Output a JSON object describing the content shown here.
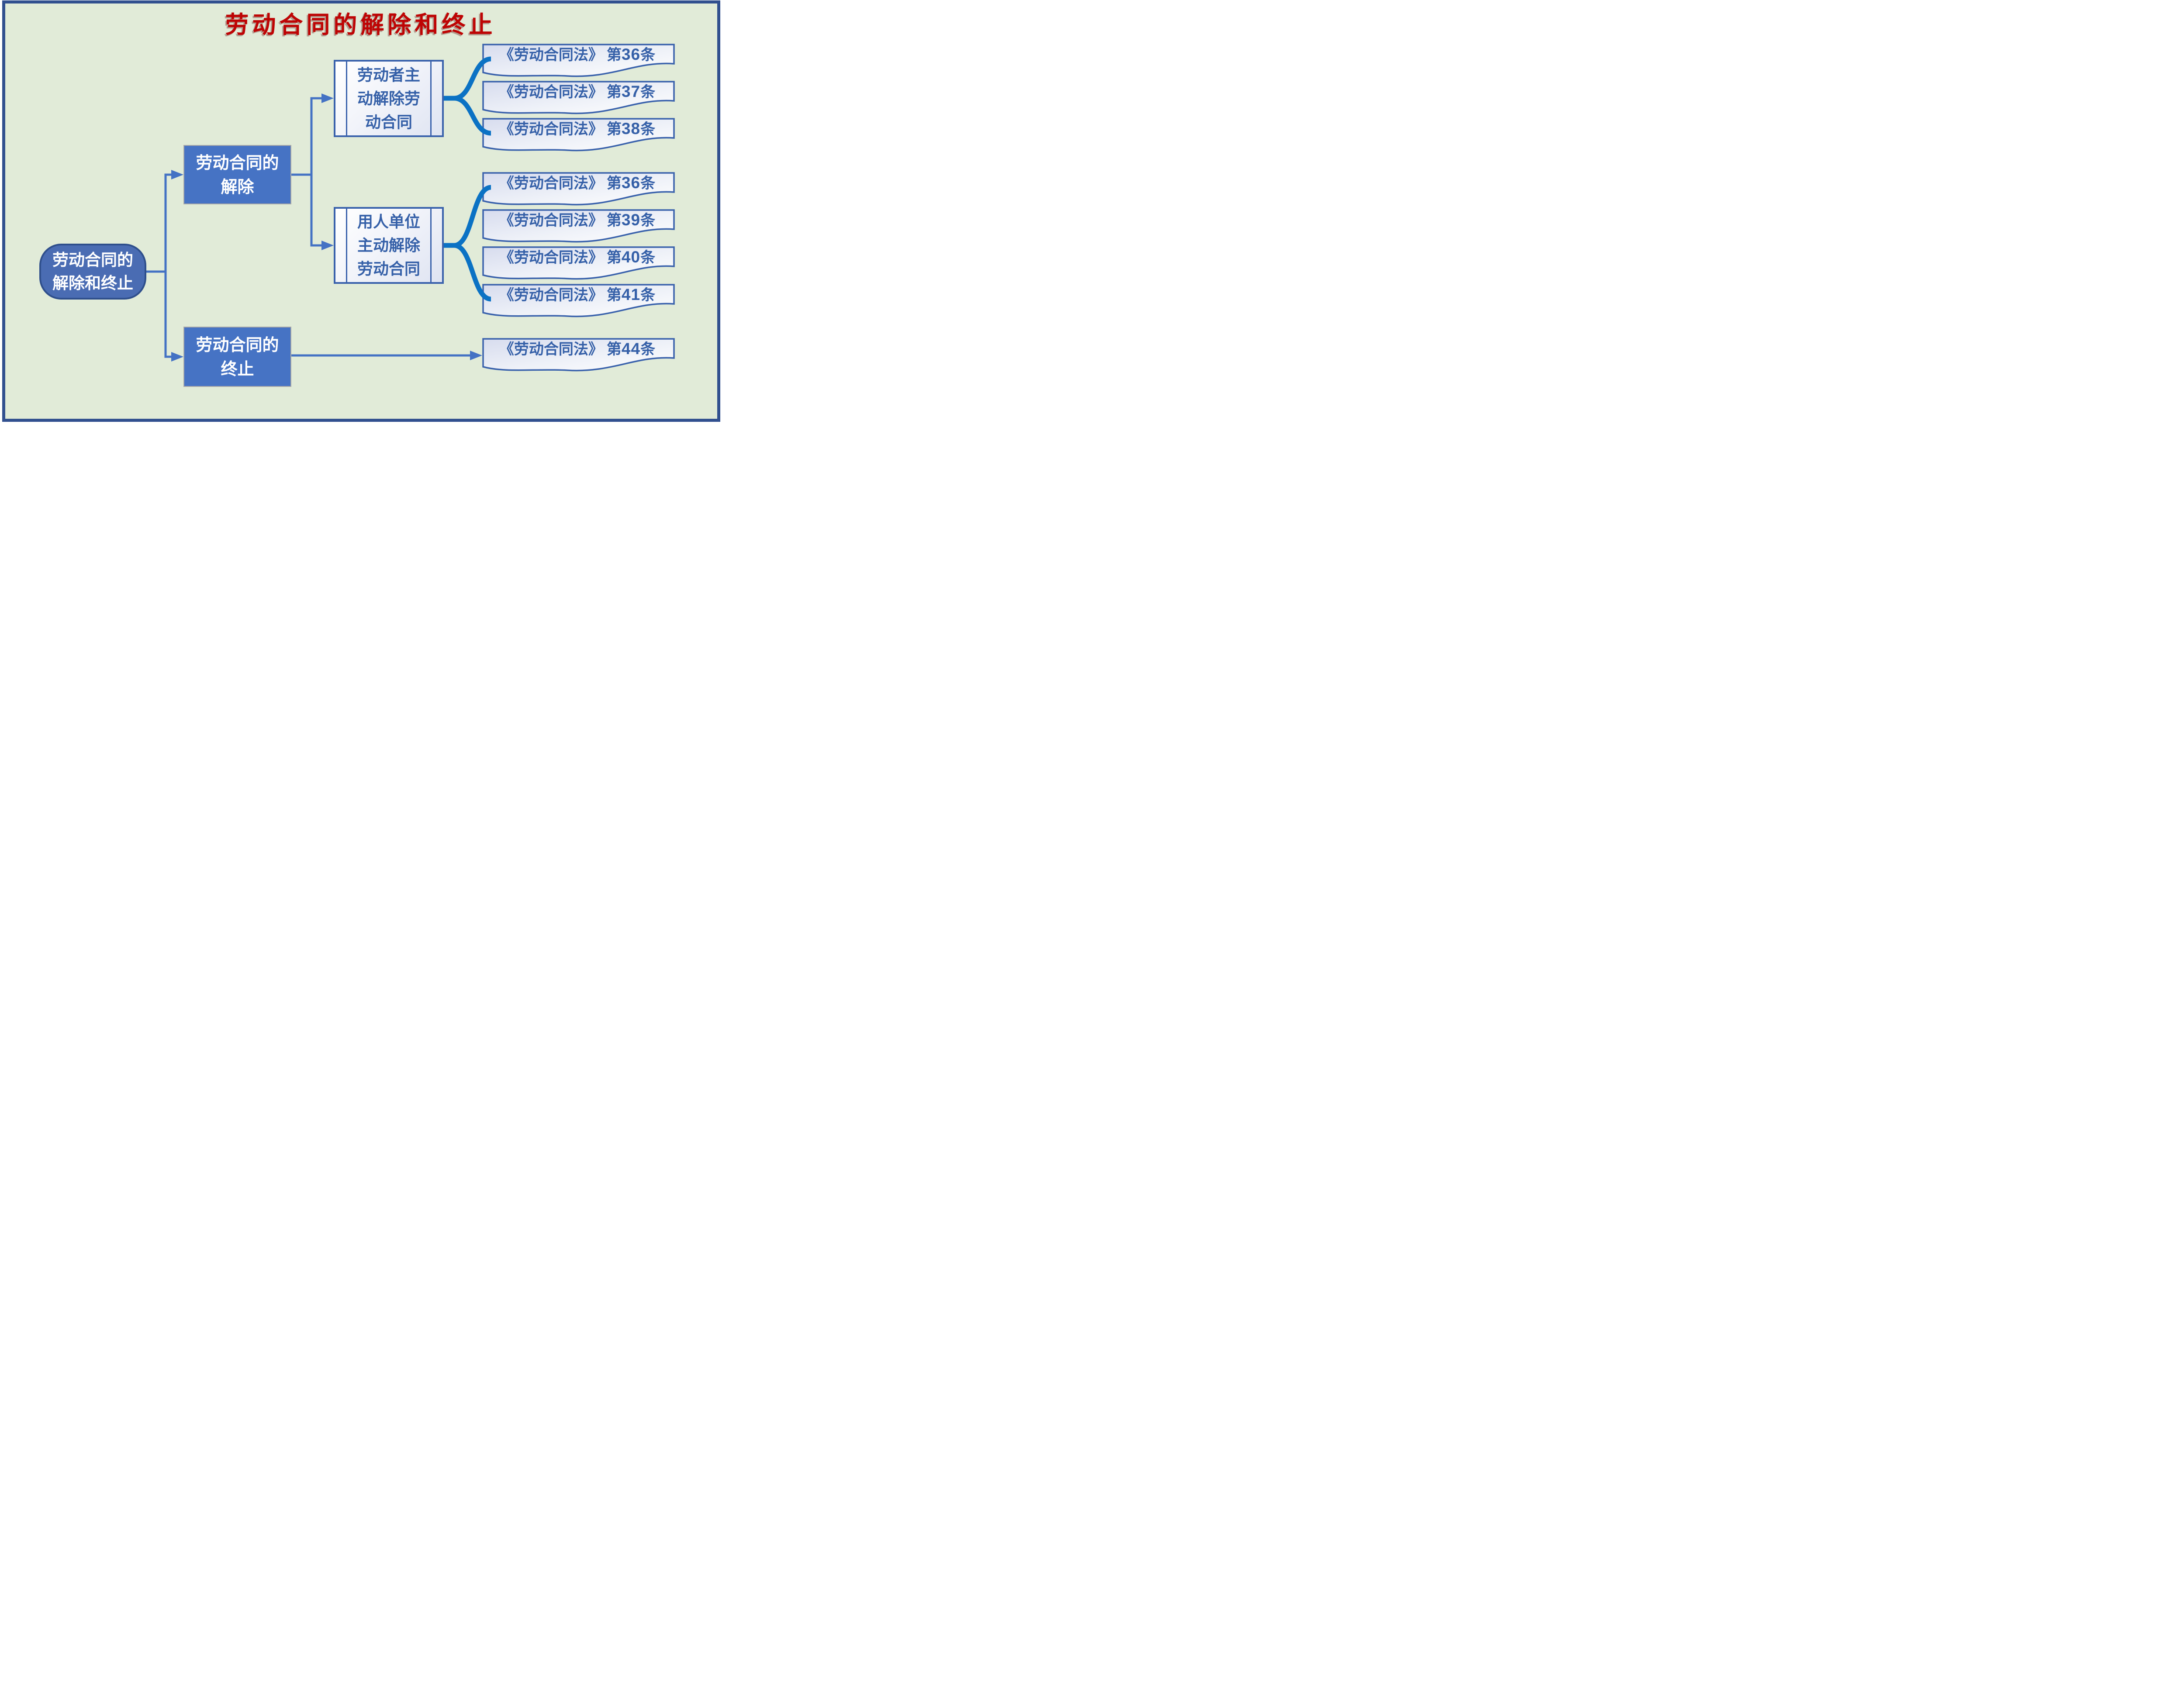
{
  "page": {
    "title": "劳动合同的解除和终止",
    "background_color": "#E1EBD8",
    "frame_color": "#31508F",
    "title_color": "#BE0404"
  },
  "nodes": {
    "root": {
      "line1": "劳动合同的",
      "line2": "解除和终止",
      "fill": "#4A6CB3",
      "border": "#2F4F8C",
      "text_color": "#FFFFFF"
    },
    "dissolution": {
      "line1": "劳动合同的",
      "line2": "解除",
      "fill": "#4673C4",
      "border": "#A8A8A8",
      "text_color": "#FFFFFF"
    },
    "termination": {
      "line1": "劳动合同的",
      "line2": "终止",
      "fill": "#4673C4",
      "border": "#A8A8A8",
      "text_color": "#FFFFFF"
    },
    "worker_initiated": {
      "line1": "劳动者主",
      "line2": "动解除劳",
      "line3": "动合同",
      "border": "#3A62AC",
      "text_color": "#3560A8"
    },
    "employer_initiated": {
      "line1": "用人单位",
      "line2": "主动解除",
      "line3": "劳动合同",
      "border": "#3A62AC",
      "text_color": "#3560A8"
    }
  },
  "documents": {
    "law_name": "《劳动合同法》",
    "article_prefix": "第",
    "article_suffix": "条",
    "worker_articles": [
      {
        "number": "36"
      },
      {
        "number": "37"
      },
      {
        "number": "38"
      }
    ],
    "employer_articles": [
      {
        "number": "36"
      },
      {
        "number": "39"
      },
      {
        "number": "40"
      },
      {
        "number": "41"
      }
    ],
    "termination_articles": [
      {
        "number": "44"
      }
    ]
  },
  "connectors": {
    "line_color": "#4472C4",
    "brace_color": "#0B72C4"
  }
}
